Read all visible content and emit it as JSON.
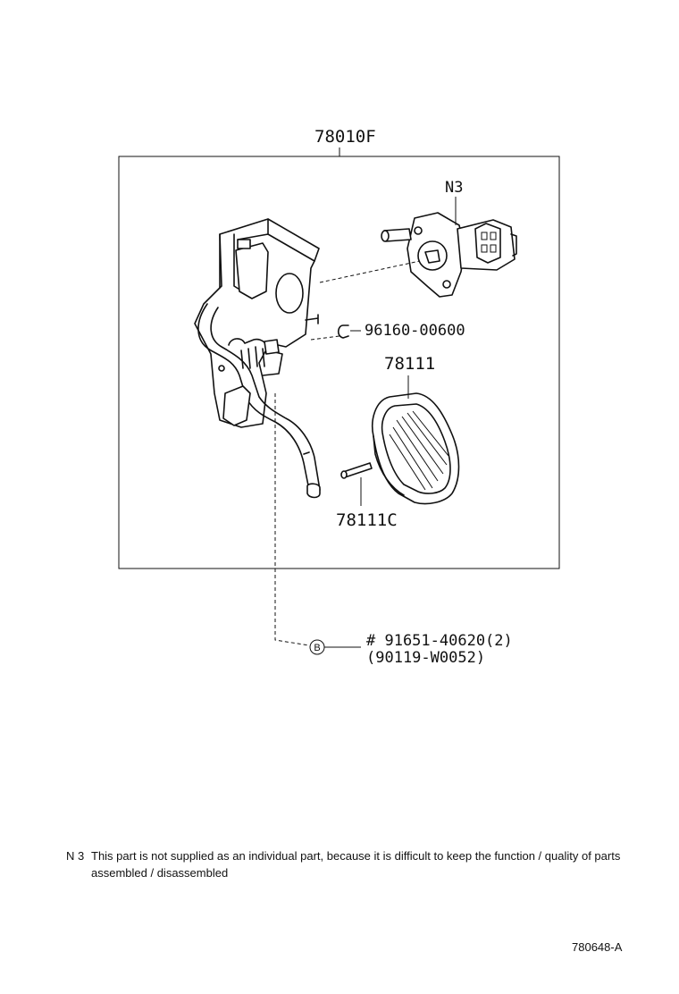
{
  "assembly": {
    "part_number": "78010F"
  },
  "callouts": {
    "sensor": "N3",
    "clip": "96160-00600",
    "pad": "78111",
    "pin": "78111C",
    "bolt": "# 91651-40620(2)",
    "bolt_alt": "(90119-W0052)",
    "bolt_marker": "B"
  },
  "note": {
    "key": "N 3",
    "text": "This part is not supplied as an individual part, because it is difficult to keep the function / quality of parts assembled / disassembled"
  },
  "drawing_code": "780648-A"
}
